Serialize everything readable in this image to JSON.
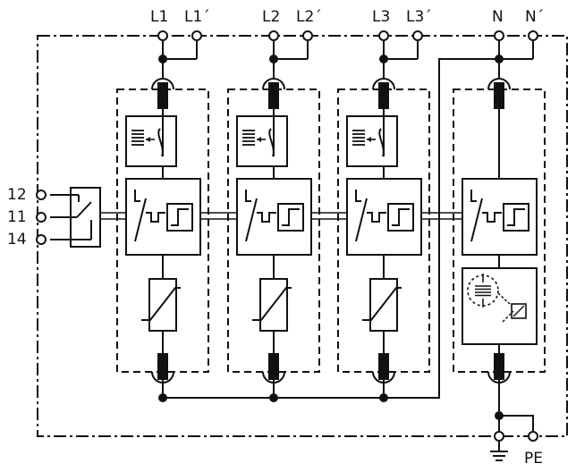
{
  "terminals": {
    "top": [
      "L1",
      "L1´",
      "L2",
      "L2´",
      "L3",
      "L3´",
      "N",
      "N´"
    ],
    "left": [
      "12",
      "11",
      "14"
    ],
    "bottom_pe": "PE"
  },
  "icons": {
    "ground": "earth-ground-icon",
    "varistor": "varistor-icon",
    "thermal_disconnector": "thermal-disconnector-icon",
    "status_indicator": "status-indicator-icon",
    "spark_gap": "spark-gap-icon",
    "fuse": "fuse-icon",
    "remote_contact": "remote-contact-switch-icon"
  }
}
